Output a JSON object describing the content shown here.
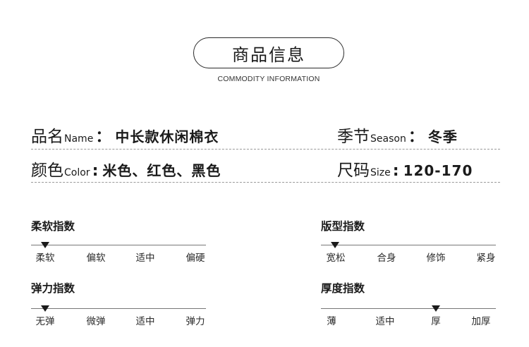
{
  "header": {
    "title": "商品信息",
    "subtitle": "COMMODITY INFORMATION"
  },
  "info": {
    "name": {
      "label_cn": "品名",
      "label_en": "Name",
      "colon": "：",
      "value": "中长款休闲棉衣"
    },
    "season": {
      "label_cn": "季节",
      "label_en": "Season",
      "colon": "：",
      "value": "冬季"
    },
    "color": {
      "label_cn": "颜色",
      "label_en": "Color",
      "colon": ":",
      "value": "米色、红色、黑色"
    },
    "size": {
      "label_cn": "尺码",
      "label_en": "Size",
      "colon": ":",
      "value": "120-170"
    }
  },
  "scales": {
    "softness": {
      "title": "柔软指数",
      "options": [
        "柔软",
        "偏软",
        "适中",
        "偏硬"
      ],
      "selected": "柔软"
    },
    "fit": {
      "title": "版型指数",
      "options": [
        "宽松",
        "合身",
        "修饰",
        "紧身"
      ],
      "selected": "宽松"
    },
    "elasticity": {
      "title": "弹力指数",
      "options": [
        "无弹",
        "微弹",
        "适中",
        "弹力"
      ],
      "selected": "无弹"
    },
    "thickness": {
      "title": "厚度指数",
      "options": [
        "薄",
        "适中",
        "厚",
        "加厚"
      ],
      "selected": "厚"
    }
  }
}
